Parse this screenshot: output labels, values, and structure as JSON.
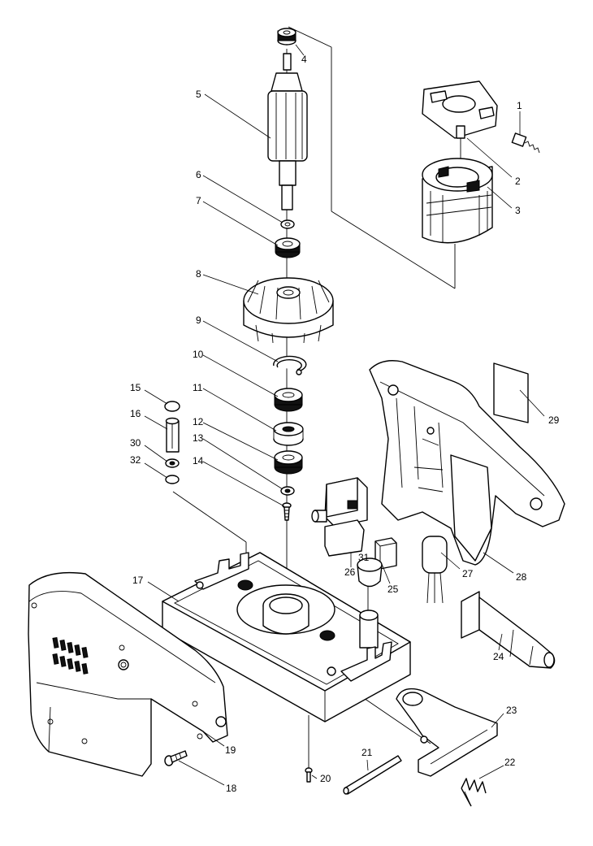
{
  "diagram": {
    "callouts": {
      "n1": "1",
      "n2": "2",
      "n3": "3",
      "n4": "4",
      "n5": "5",
      "n6": "6",
      "n7": "7",
      "n8": "8",
      "n9": "9",
      "n10": "10",
      "n11": "11",
      "n12": "12",
      "n13": "13",
      "n14": "14",
      "n15": "15",
      "n16": "16",
      "n17": "17",
      "n18": "18",
      "n19": "19",
      "n20": "20",
      "n21": "21",
      "n22": "22",
      "n23": "23",
      "n24": "24",
      "n25": "25",
      "n26": "26",
      "n27": "27",
      "n28": "28",
      "n29": "29",
      "n30": "30",
      "n31": "31",
      "n32": "32"
    }
  }
}
